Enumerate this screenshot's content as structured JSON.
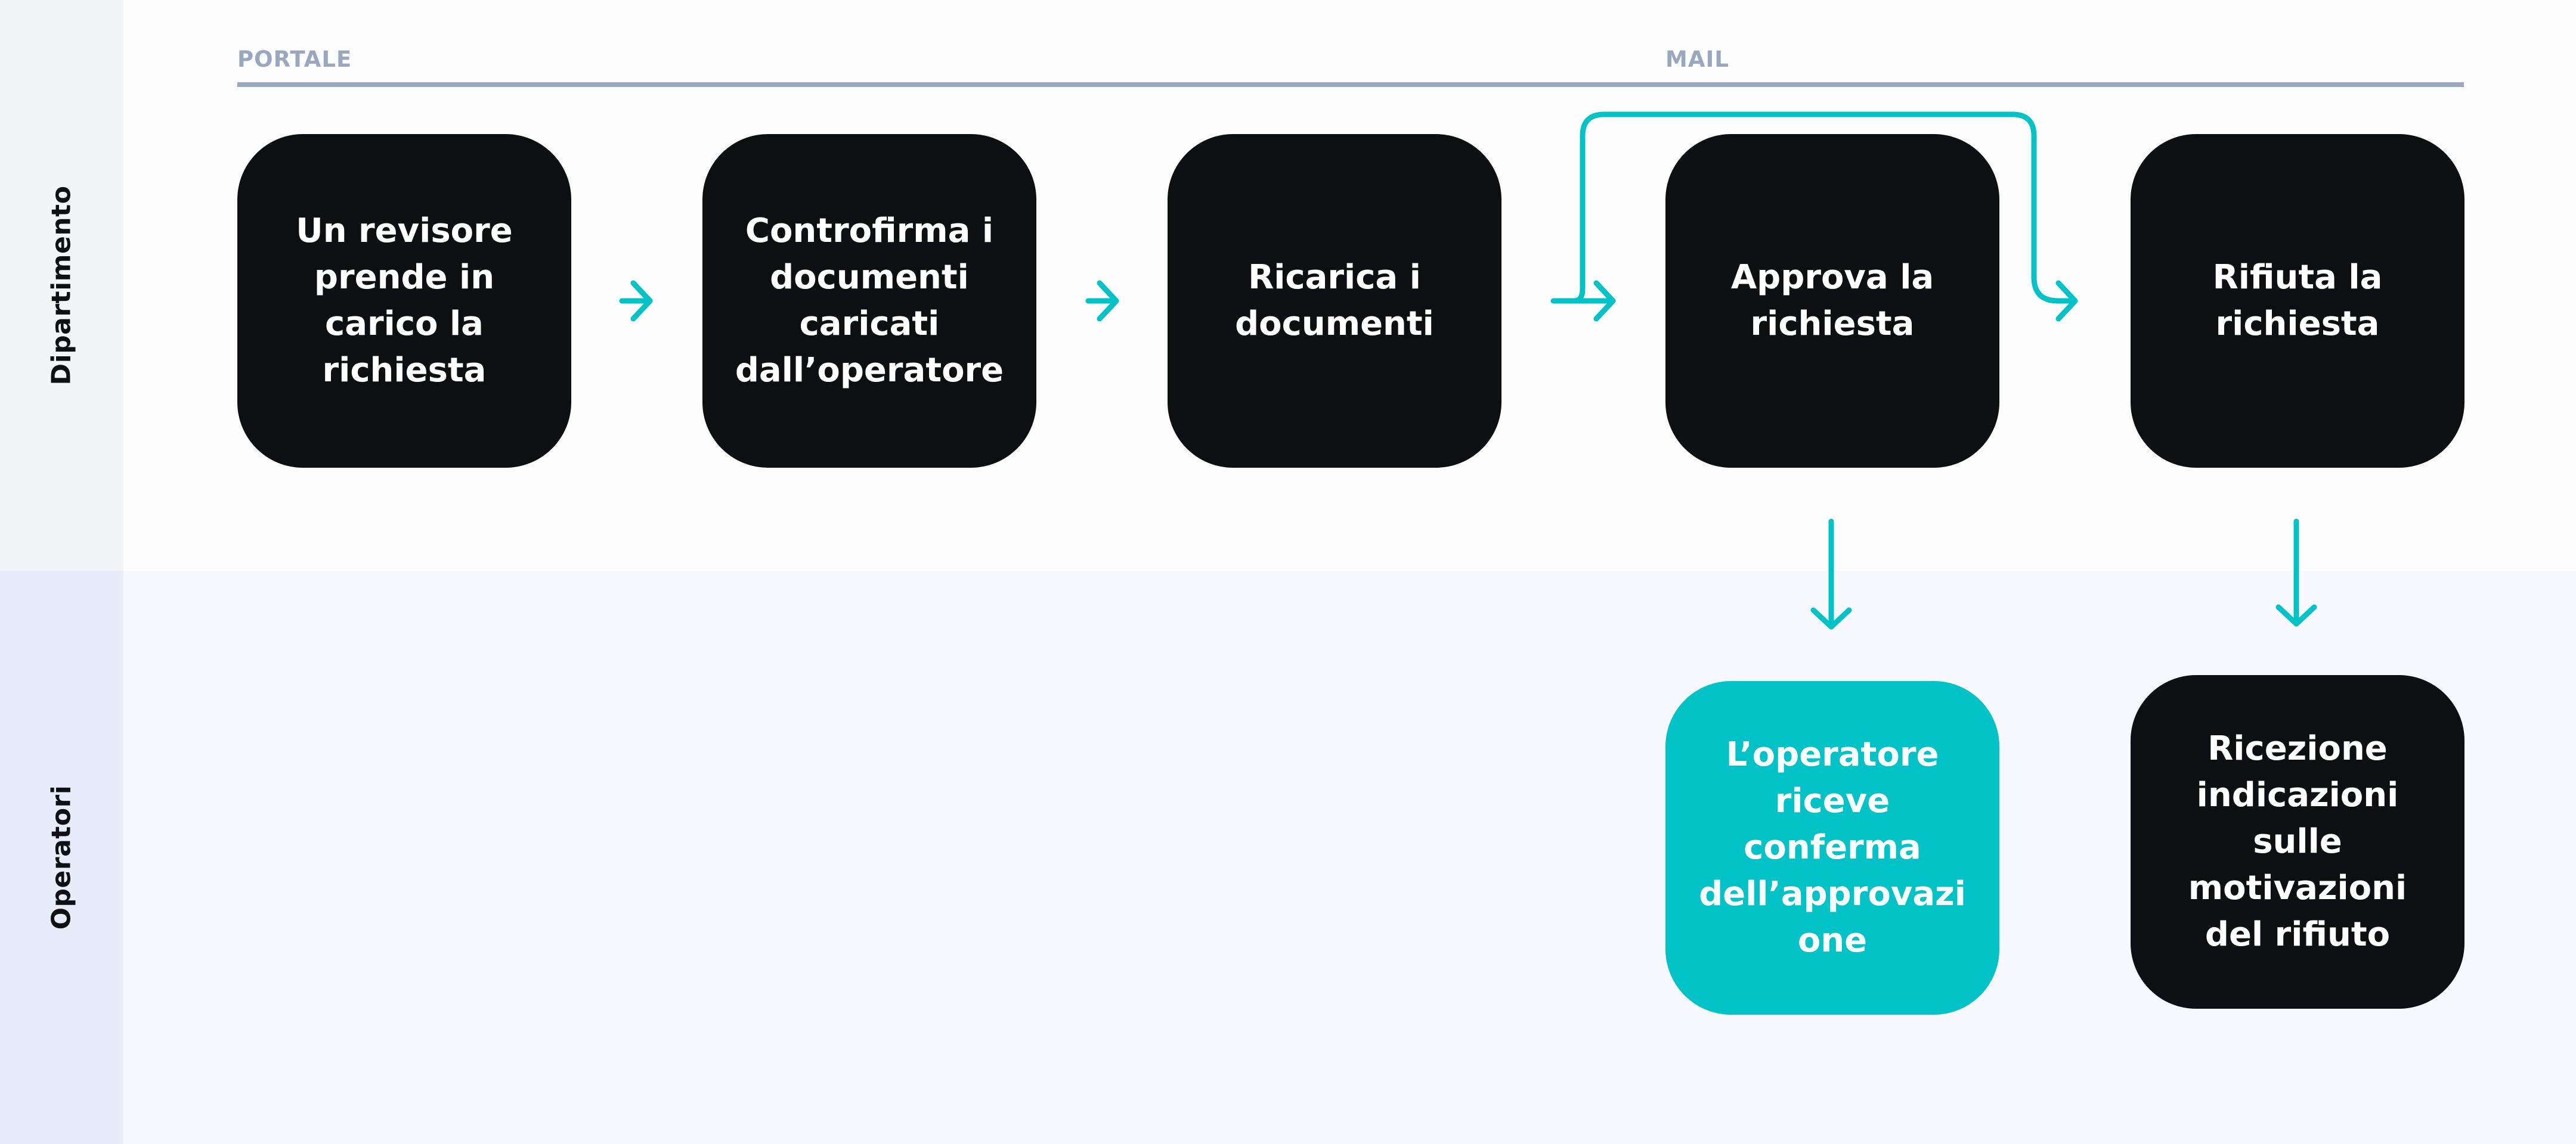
{
  "lanes": [
    {
      "label": "Dipartimento"
    },
    {
      "label": "Operatori"
    }
  ],
  "phases": [
    {
      "label": "PORTALE"
    },
    {
      "label": "MAIL"
    }
  ],
  "nodes": [
    {
      "label": "Un revisore\nprende in\ncarico la\nrichiesta"
    },
    {
      "label": "Controfirma i\ndocumenti\ncaricati\ndall’operatore"
    },
    {
      "label": "Ricarica i\ndocumenti"
    },
    {
      "label": "Approva la\nrichiesta"
    },
    {
      "label": "Rifiuta la\nrichiesta"
    },
    {
      "label": "L’operatore\nriceve\nconferma\ndell’approvazi\none"
    },
    {
      "label": "Ricezione\nindicazioni\nsulle\nmotivazioni\ndel rifiuto"
    }
  ],
  "colors": {
    "node": "#0e0f12",
    "accent": "#00c2c7",
    "phase_text": "#9aa8bf"
  },
  "icons": {
    "arrow": "arrow-right-icon"
  }
}
